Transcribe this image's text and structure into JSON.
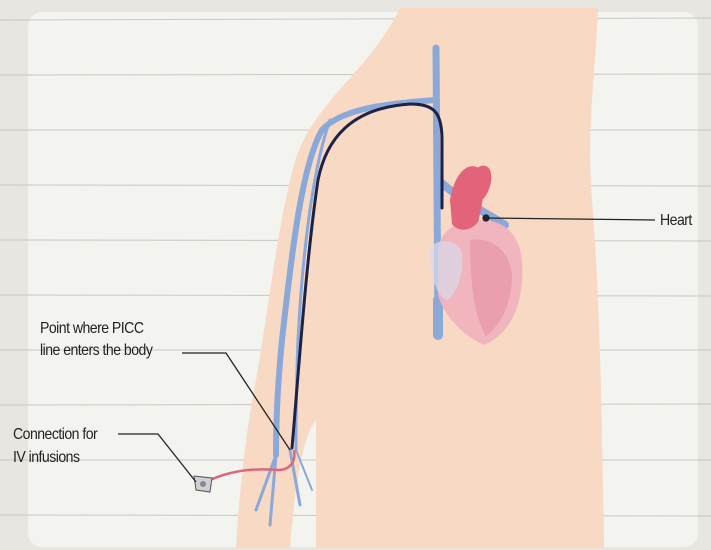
{
  "labels": {
    "heart": "Heart",
    "entry_point_line1": "Point where PICC",
    "entry_point_line2": "line enters the body",
    "connection_line1": "Connection for",
    "connection_line2": "IV infusions"
  },
  "colors": {
    "paper": "#f3f3f0",
    "skin": "#f8d9c3",
    "vein": "#8aa9d8",
    "catheter": "#1c2347",
    "heart_red": "#e2637a",
    "heart_pink": "#f0b3bd",
    "iv_tube": "#d9687d"
  }
}
